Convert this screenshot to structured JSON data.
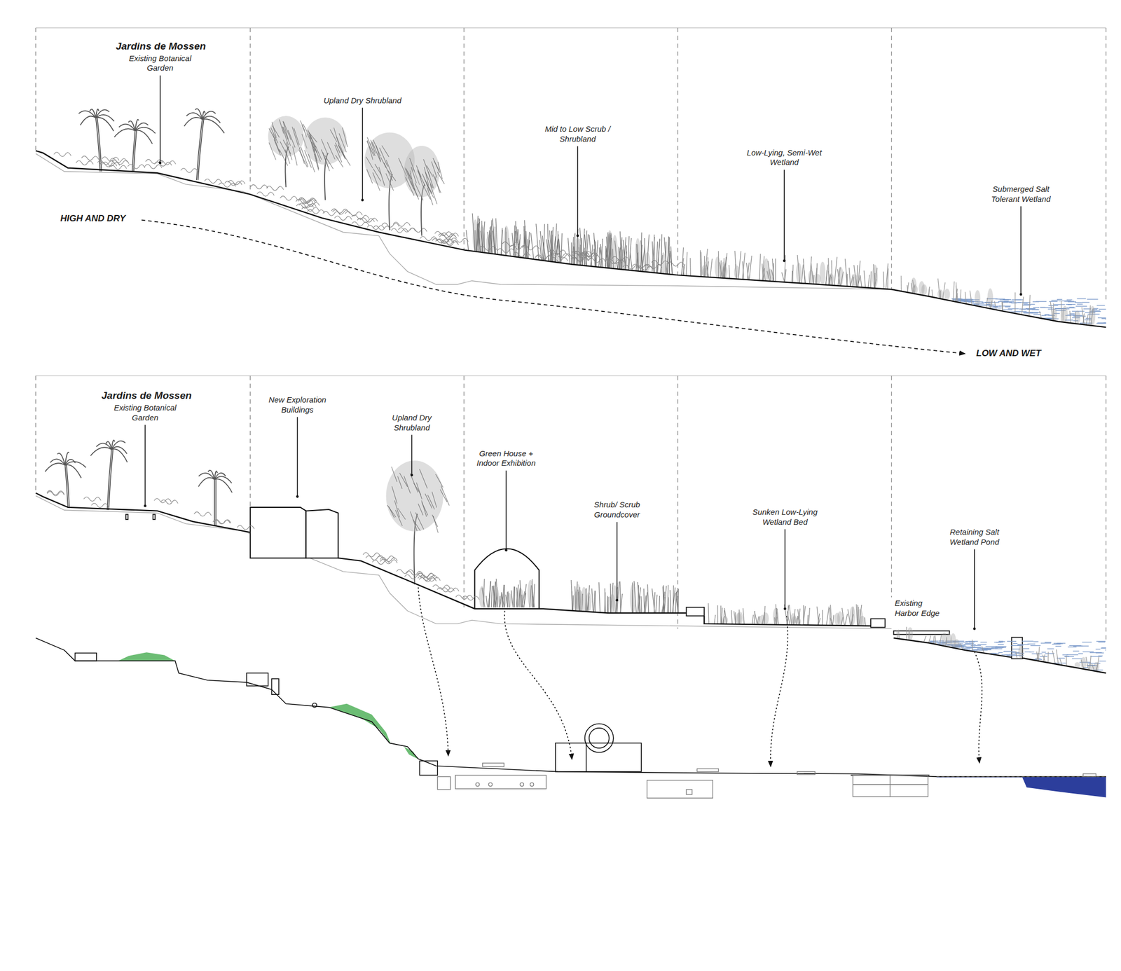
{
  "diagram": {
    "labels": [
      "Jardins de Mossen",
      "Existing Botanical Garden",
      "Upland Dry Shrubland",
      "Mid to Low Scrub / Shrubland",
      "Low-Lying, Semi-Wet Wetland",
      "Submerged Salt Tolerant Wetland",
      "HIGH AND DRY",
      "LOW AND WET",
      "Jardins de Mossen",
      "Existing Botanical Garden",
      "New Exploration Buildings",
      "Upland Dry Shrubland",
      "Green House + Indoor Exhibition",
      "Shrub/ Scrub Groundcover",
      "Sunken Low-Lying Wetland Bed",
      "Existing Harbor Edge",
      "Retaining Salt Wetland Pond"
    ]
  }
}
